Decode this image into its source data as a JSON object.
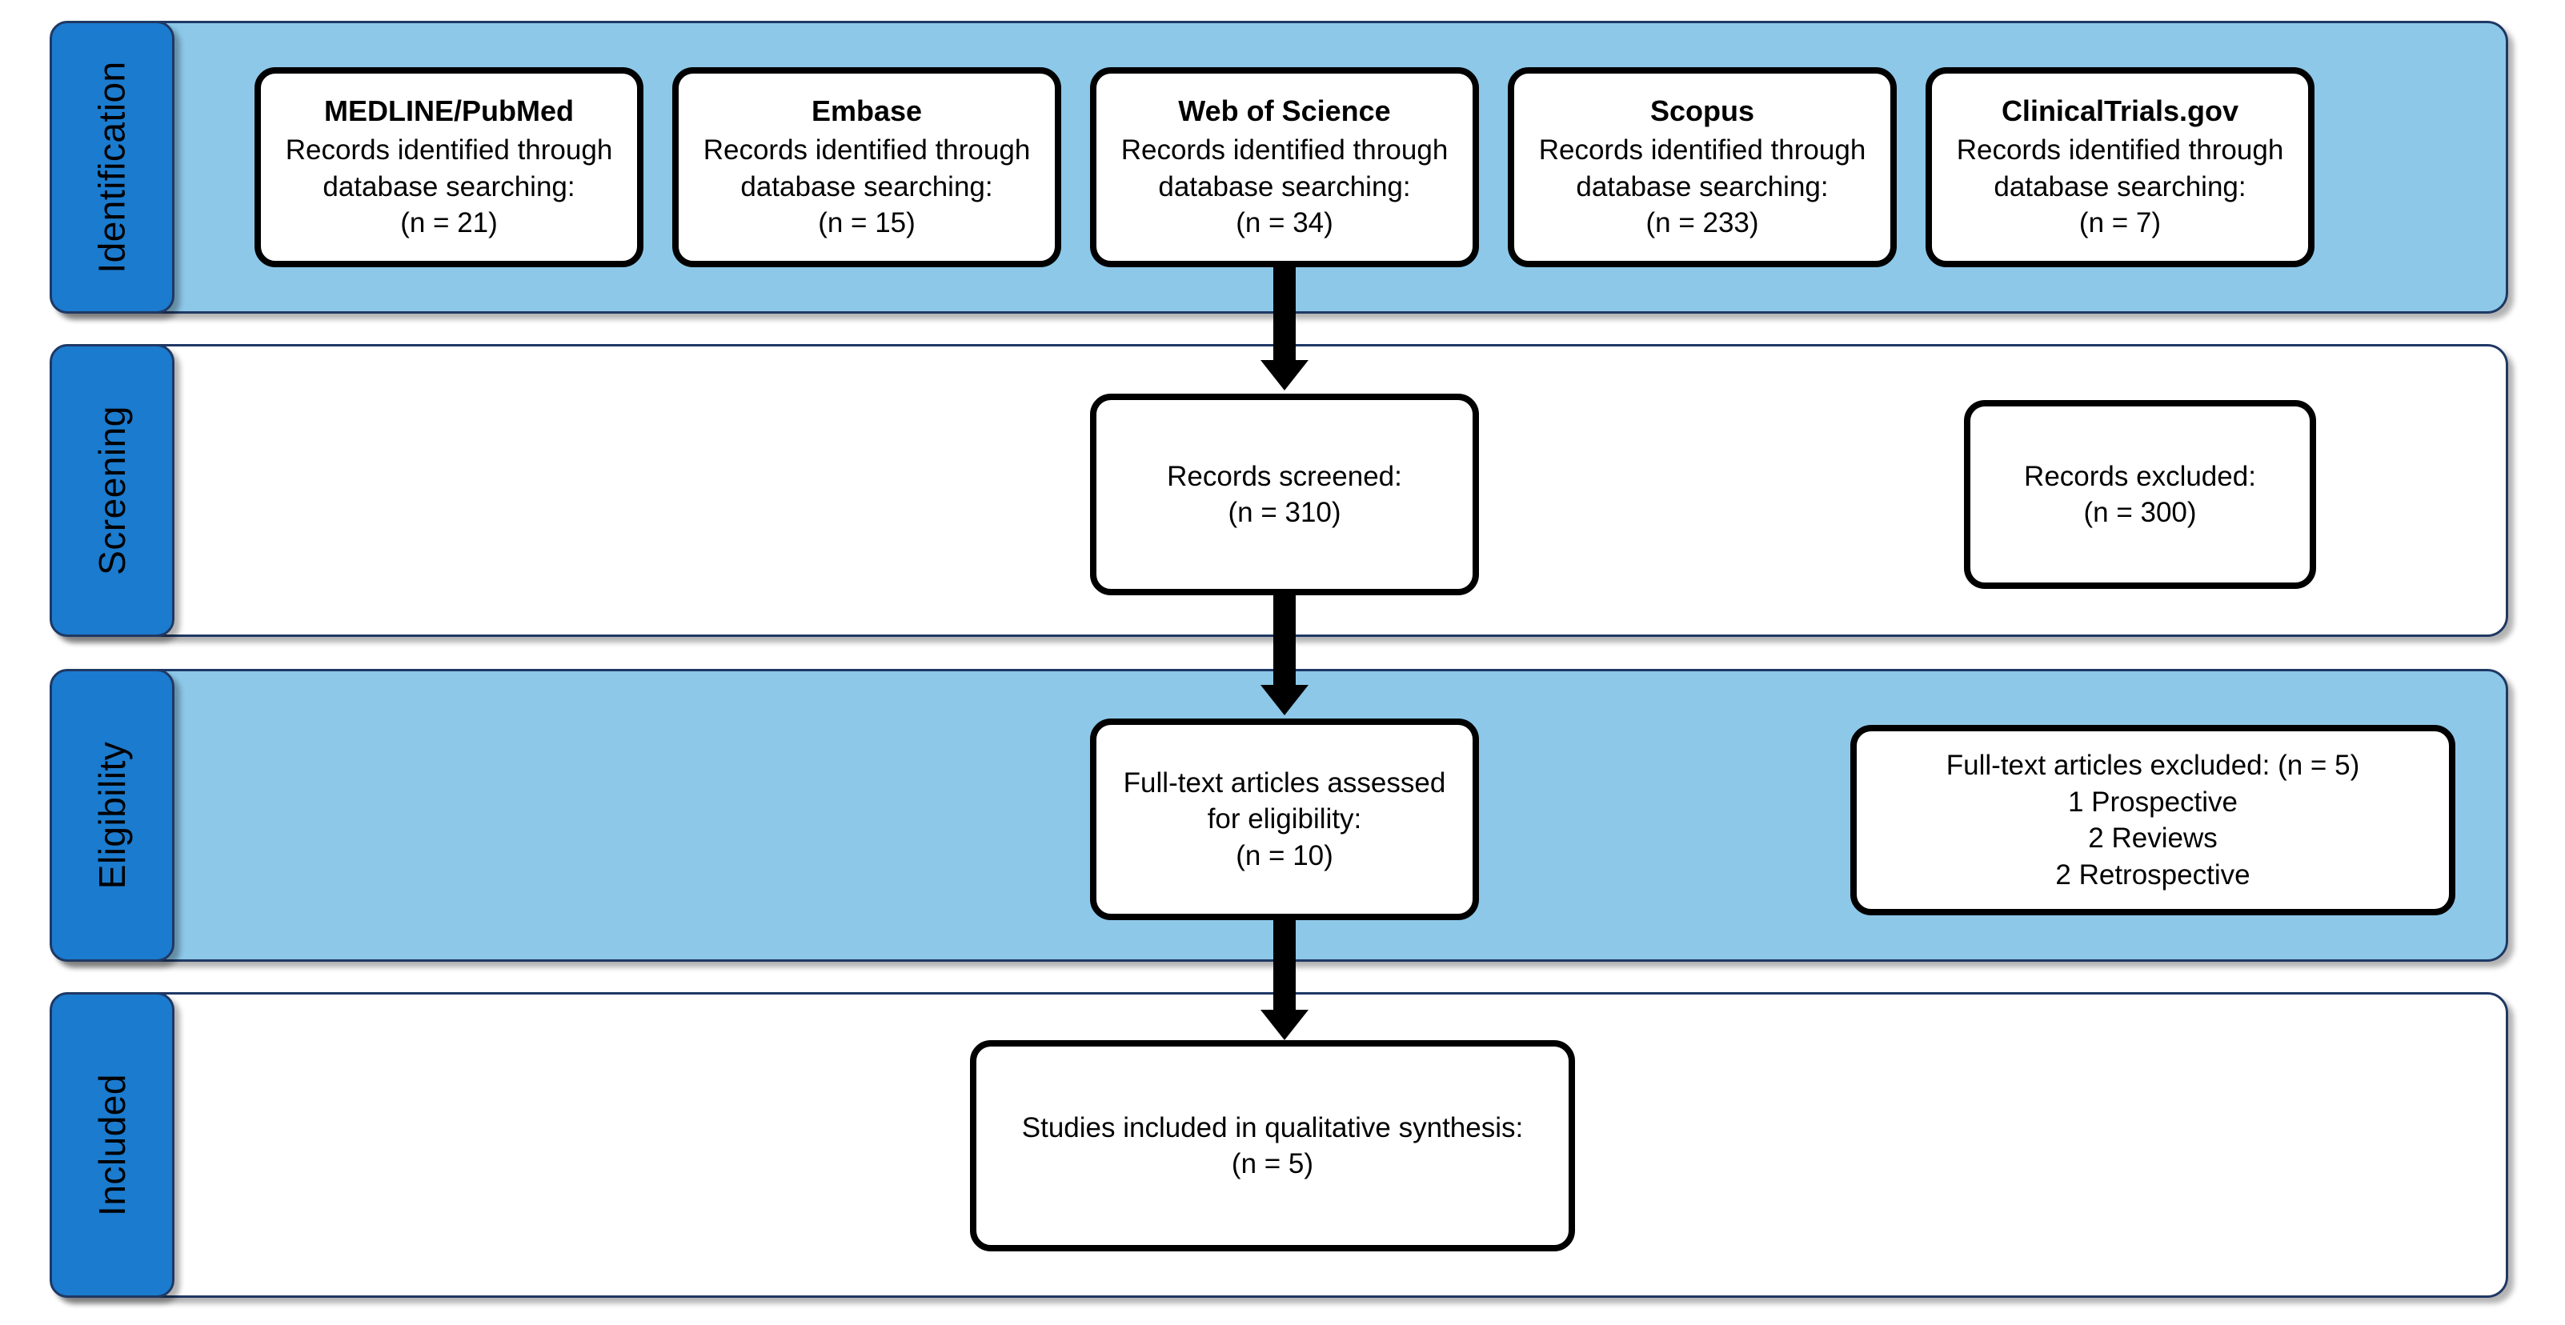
{
  "diagram": {
    "type": "PRISMA flow diagram",
    "colors": {
      "band_shaded": "#8DC8E8",
      "band_plain": "#FFFFFF",
      "band_border": "#1F3864",
      "stage_tab": "#1B7BCE",
      "box_border": "#000000",
      "box_fill": "#FFFFFF",
      "text": "#000000",
      "arrow": "#000000"
    }
  },
  "stages": {
    "identification": {
      "label": "Identification"
    },
    "screening": {
      "label": "Screening"
    },
    "eligibility": {
      "label": "Eligibility"
    },
    "included": {
      "label": "Included"
    }
  },
  "identification": {
    "sources": [
      {
        "name": "MEDLINE/PubMed",
        "line1": "Records identified through",
        "line2": "database searching:",
        "count": "(n = 21)",
        "n": 21
      },
      {
        "name": "Embase",
        "line1": "Records identified through",
        "line2": "database searching:",
        "count": "(n = 15)",
        "n": 15
      },
      {
        "name": "Web of Science",
        "line1": "Records identified through",
        "line2": "database searching:",
        "count": "(n = 34)",
        "n": 34
      },
      {
        "name": "Scopus",
        "line1": "Records identified through",
        "line2": "database searching:",
        "count": "(n = 233)",
        "n": 233
      },
      {
        "name": "ClinicalTrials.gov",
        "line1": "Records identified through",
        "line2": "database searching:",
        "count": "(n = 7)",
        "n": 7
      }
    ]
  },
  "screening": {
    "screened": {
      "line1": "Records screened:",
      "count": "(n = 310)",
      "n": 310
    },
    "excluded": {
      "line1": "Records excluded:",
      "count": "(n = 300)",
      "n": 300
    }
  },
  "eligibility": {
    "assessed": {
      "line1": "Full-text articles assessed",
      "line2": "for eligibility:",
      "count": "(n = 10)",
      "n": 10
    },
    "excluded": {
      "line1": "Full-text articles excluded: (n = 5)",
      "n": 5,
      "reasons": [
        "1 Prospective",
        "2 Reviews",
        "2 Retrospective"
      ]
    }
  },
  "included": {
    "synthesis": {
      "line1": "Studies included in qualitative synthesis:",
      "count": "(n = 5)",
      "n": 5
    }
  }
}
